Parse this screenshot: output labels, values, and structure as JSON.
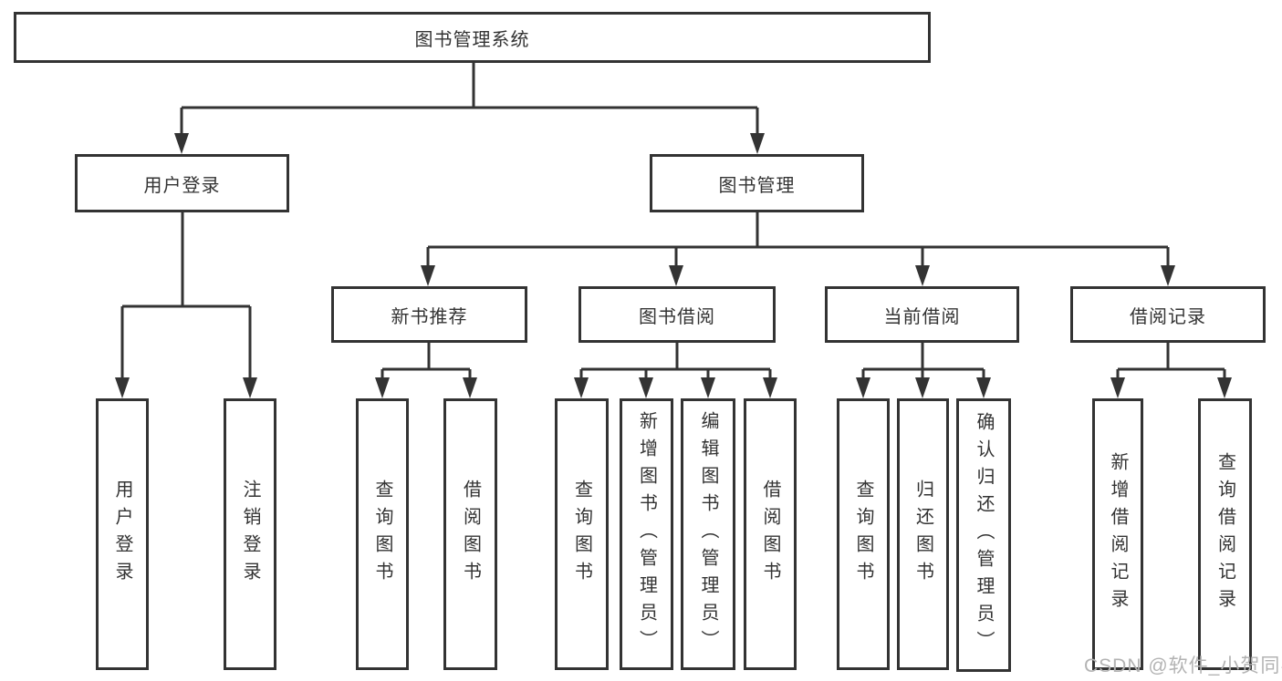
{
  "diagram": {
    "root": {
      "label": "图书管理系统"
    },
    "branches": {
      "user_login": {
        "label": "用户登录",
        "children": {
          "login": {
            "label": "用户登录"
          },
          "logout": {
            "label": "注销登录"
          }
        }
      },
      "book_mgmt": {
        "label": "图书管理",
        "children": {
          "new_books": {
            "label": "新书推荐",
            "children": {
              "query": {
                "label": "查询图书"
              },
              "borrow": {
                "label": "借阅图书"
              }
            }
          },
          "borrowing": {
            "label": "图书借阅",
            "children": {
              "query": {
                "label": "查询图书"
              },
              "add_admin": {
                "label": "新增图书（管理员）"
              },
              "edit_admin": {
                "label": "编辑图书（管理员）"
              },
              "borrow": {
                "label": "借阅图书"
              }
            }
          },
          "current": {
            "label": "当前借阅",
            "children": {
              "query": {
                "label": "查询图书"
              },
              "return": {
                "label": "归还图书"
              },
              "confirm_admin": {
                "label": "确认归还（管理员）"
              }
            }
          },
          "records": {
            "label": "借阅记录",
            "children": {
              "add_record": {
                "label": "新增借阅记录"
              },
              "query_record": {
                "label": "查询借阅记录"
              }
            }
          }
        }
      }
    }
  },
  "watermark": {
    "text": "CSDN @软件_小贺同学"
  },
  "colors": {
    "line": "#333333",
    "border": "#333333",
    "text": "#333333",
    "watermark": "#b3b3b3",
    "background": "#ffffff"
  }
}
